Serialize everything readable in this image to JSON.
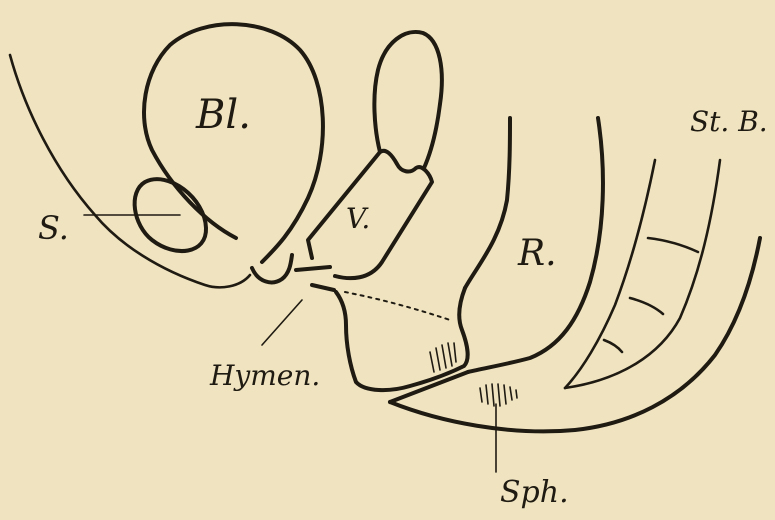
{
  "labels": {
    "bladder": "Bl.",
    "symphysis": "S.",
    "vagina": "V.",
    "rectum": "R.",
    "sacrum": "St. B.",
    "hymen": "Hymen.",
    "sphincter": "Sph."
  },
  "colors": {
    "paper": "#f0e4c0",
    "ink": "#1f1a12"
  }
}
